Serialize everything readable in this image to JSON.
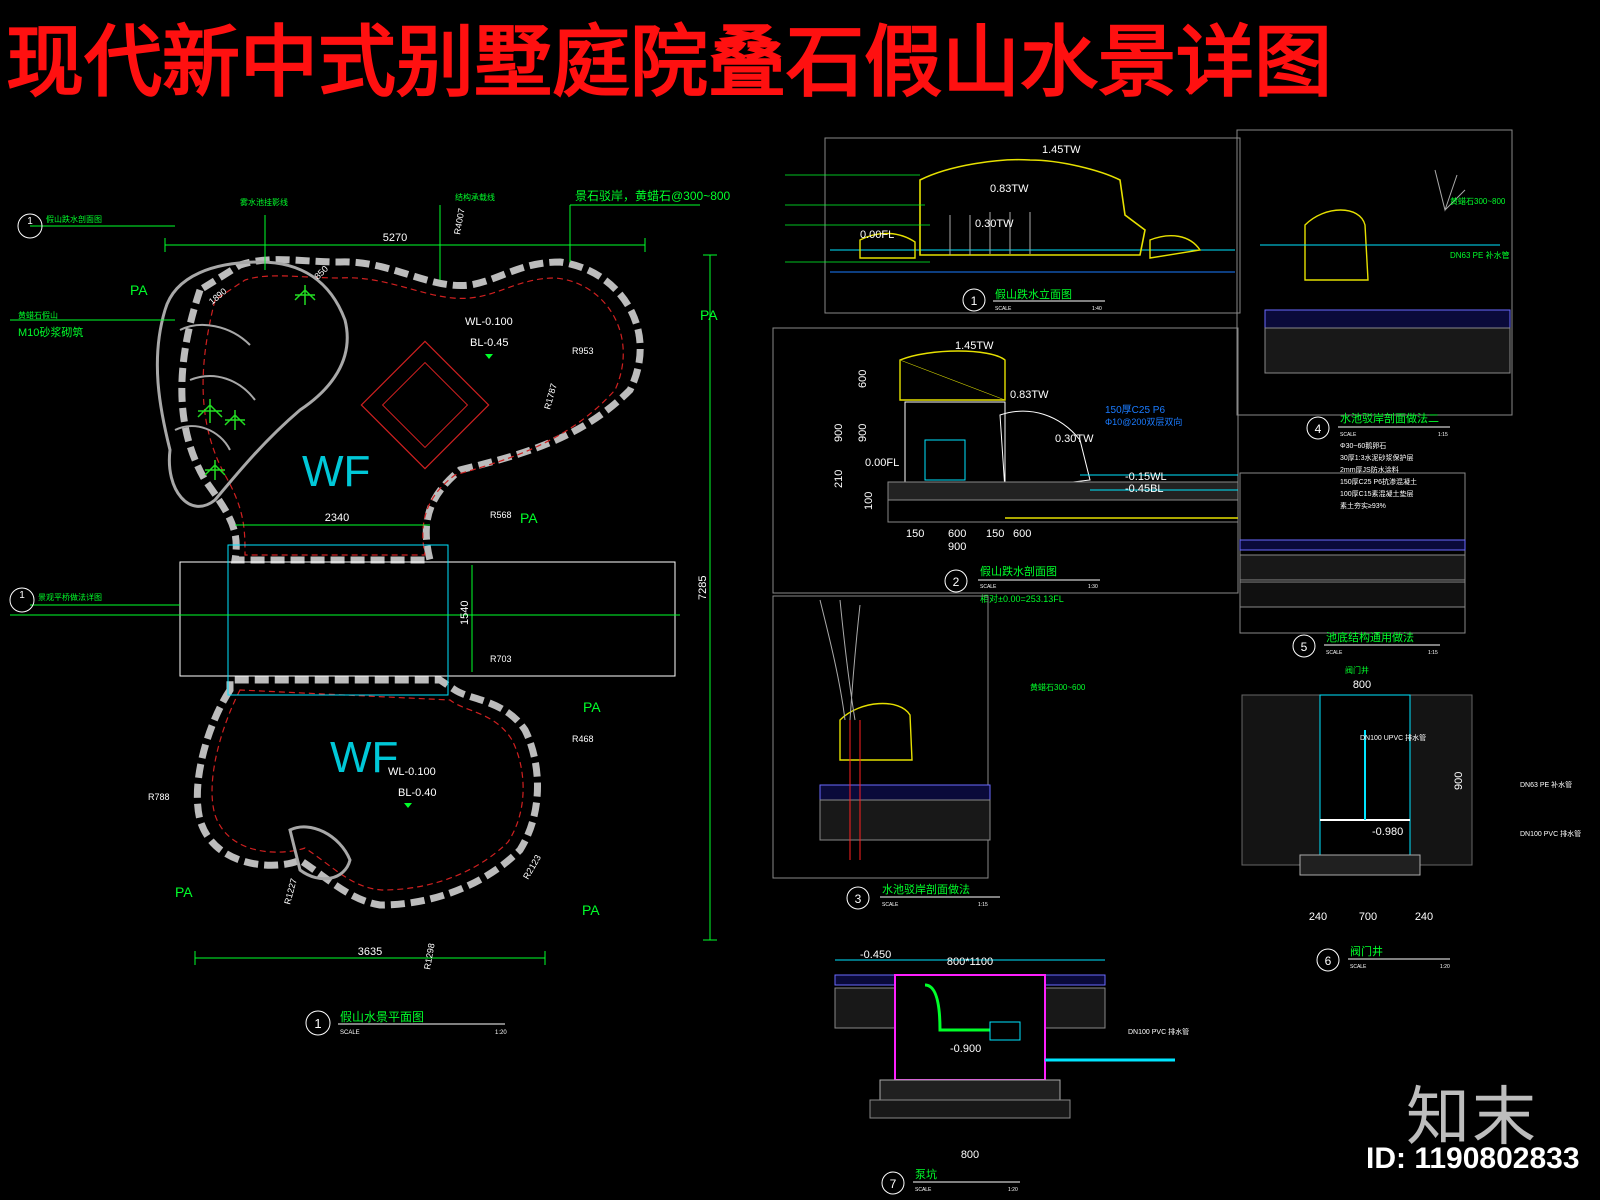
{
  "title": "现代新中式别墅庭院叠石假山水景详图",
  "watermark": {
    "logo": "知末",
    "image_id": "ID: 1190802833"
  },
  "plan": {
    "callout_1": "1",
    "callout_1_label": "假山跌水剖面图",
    "callout_2": "1",
    "callout_2_label": "景观平桥做法详图",
    "label_yellow_stone": "黄蜡石假山",
    "label_m10": "M10砂浆砌筑",
    "label_collect": "雾水池挂影线",
    "label_struct": "结构承载线",
    "label_stone_spec": "景石驳岸，黄蜡石@300~800",
    "dim_top": "5270",
    "dim_right": "7285",
    "dim_bottom": "3635",
    "dim_bridge_w": "2340",
    "dim_bridge_h": "1540",
    "pa": "PA",
    "wf": "WF",
    "pool1_wl": "WL-0.100",
    "pool1_bl": "BL-0.45",
    "pool2_wl": "WL-0.100",
    "pool2_bl": "BL-0.40",
    "r953": "R953",
    "r1787": "R1787",
    "r568": "R568",
    "r703": "R703",
    "r468": "R468",
    "r788": "R788",
    "r1227": "R1227",
    "r2123": "R2123",
    "r4007": "R4007",
    "r1298": "R1298",
    "r850": "850",
    "r1890": "1890",
    "caption_no": "1",
    "caption": "假山水景平面图",
    "scale": "SCALE",
    "scale_val": "1:20"
  },
  "detail1": {
    "no": "1",
    "caption": "假山跌水立面图",
    "scale": "SCALE",
    "scale_val": "1:40",
    "tw1": "1.45TW",
    "tw2": "0.83TW",
    "tw3": "0.30TW",
    "fl": "0.00FL"
  },
  "detail2": {
    "no": "2",
    "caption": "假山跌水剖面图",
    "scale": "SCALE",
    "scale_val": "1:30",
    "note": "相对±0.00=253.13FL",
    "tw1": "1.45TW",
    "tw2": "0.83TW",
    "tw3": "0.30TW",
    "fl": "0.00FL",
    "wl": "-0.15WL",
    "bl": "-0.45BL",
    "slab": "150厚C25 P6",
    "rebar": "Φ10@200双层双向",
    "d1": "150",
    "d2": "600",
    "d3": "150",
    "d4": "600",
    "d5": "900",
    "v1": "600",
    "v2": "900",
    "v3": "900",
    "v4": "210",
    "v5": "100"
  },
  "detail3": {
    "no": "3",
    "caption": "水池驳岸剖面做法",
    "scale": "SCALE",
    "scale_val": "1:15",
    "stone": "黄蜡石300~600"
  },
  "detail4": {
    "no": "4",
    "caption": "水池驳岸剖面做法二",
    "scale": "SCALE",
    "scale_val": "1:15",
    "stone": "黄蜡石300~800",
    "pipe": "DN63 PE 补水管"
  },
  "detail5": {
    "no": "5",
    "caption": "池底结构通用做法",
    "scale": "SCALE",
    "scale_val": "1:15",
    "layers": [
      "Φ30~60鹅卵石",
      "30厚1:3水泥砂浆保护层",
      "2mm厚JS防水涂料",
      "150厚C25 P6抗渗混凝土",
      "100厚C15素混凝土垫层",
      "素土夯实≥93%"
    ]
  },
  "detail6": {
    "no": "6",
    "caption": "阀门井",
    "scale": "SCALE",
    "scale_val": "1:20",
    "w": "800",
    "w1": "240",
    "w2": "700",
    "w3": "240",
    "h": "900",
    "elev": "-0.980",
    "pipe1": "DN100 UPVC 排水管",
    "pipe2": "DN63 PE 补水管",
    "pipe3": "DN100 PVC 排水管",
    "cover": "阀门井"
  },
  "detail7": {
    "no": "7",
    "caption": "泵坑",
    "scale": "SCALE",
    "scale_val": "1:20",
    "size": "800*1100",
    "e1": "-0.450",
    "e2": "-0.900",
    "w": "800",
    "pipe": "DN100 PVC 排水管"
  }
}
